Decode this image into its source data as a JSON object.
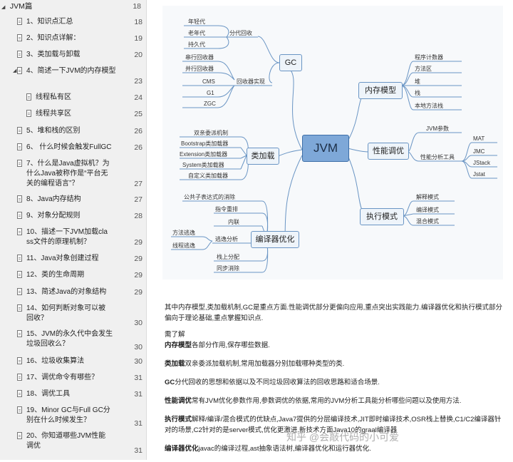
{
  "toc": {
    "root": {
      "label": "JVM篇",
      "page": "18"
    },
    "items": [
      {
        "label": "1、知识点汇总",
        "page": "18"
      },
      {
        "label": "2、知识点详解：",
        "page": "19"
      },
      {
        "label": "3、类加载与卸载",
        "page": "20"
      },
      {
        "label": "4、简述一下JVM的内存模型",
        "page": "23"
      },
      {
        "label": "线程私有区",
        "page": "24"
      },
      {
        "label": "线程共享区",
        "page": "25"
      },
      {
        "label": "5、堆和栈的区别",
        "page": "26"
      },
      {
        "label": "6、 什么时候会触发FullGC",
        "page": "26"
      },
      {
        "label": "7、什么是Java虚拟机？为什么Java被称作是“平台无关的编程语言”？",
        "page": "27"
      },
      {
        "label": "8、Java内存结构",
        "page": "27"
      },
      {
        "label": "9、对象分配规则",
        "page": "28"
      },
      {
        "label": "10、描述一下JVM加载class文件的原理机制？",
        "page": "29"
      },
      {
        "label": "11、Java对象创建过程",
        "page": "29"
      },
      {
        "label": "12、类的生命周期",
        "page": "29"
      },
      {
        "label": "13、简述Java的对象结构",
        "page": "29"
      },
      {
        "label": "14、如何判断对象可以被回收？",
        "page": "30"
      },
      {
        "label": "15、JVM的永久代中会发生垃圾回收么？",
        "page": "30"
      },
      {
        "label": "16、垃圾收集算法",
        "page": "30"
      },
      {
        "label": "17、调优命令有哪些？",
        "page": "31"
      },
      {
        "label": "18、调优工具",
        "page": "31"
      },
      {
        "label": "19、Minor GC与Full GC分别在什么时候发生？",
        "page": "31"
      },
      {
        "label": "20、你知道哪些JVM性能调优",
        "page": "31"
      }
    ]
  },
  "mindmap": {
    "root": "JVM",
    "gc": {
      "label": "GC",
      "sub1": "分代回收",
      "gen": [
        "年轻代",
        "老年代",
        "持久代"
      ],
      "sub2": "回收器实现",
      "collectors": [
        "串行回收器",
        "并行回收器",
        "CMS",
        "G1",
        "ZGC"
      ]
    },
    "classload": {
      "label": "类加载",
      "items": [
        "双亲委派机制",
        "Bootstrap类加载器",
        "Extension类加载器",
        "System类加载器",
        "自定义类加载器"
      ]
    },
    "compiler": {
      "label": "编译器优化",
      "top": "公共子表达式的消除",
      "mid": [
        "指令重排",
        "内联"
      ],
      "escape": "逃逸分析",
      "escape_children": [
        "方法逃逸",
        "线程逃逸"
      ],
      "bottom": [
        "栈上分配",
        "同步消除"
      ]
    },
    "memory": {
      "label": "内存模型",
      "items": [
        "程序计数器",
        "方法区",
        "堆",
        "栈",
        "本地方法栈"
      ]
    },
    "tuning": {
      "label": "性能调优",
      "sub1": "JVM参数",
      "sub2": "性能分析工具",
      "tools": [
        "MAT",
        "JMC",
        "JStack",
        "Jstat"
      ]
    },
    "exec": {
      "label": "执行模式",
      "items": [
        "解释模式",
        "编译模式",
        "混合模式"
      ]
    }
  },
  "text": {
    "intro": "其中内存模型,类加载机制,GC是重点方面.性能调优部分更偏向应用,重点突出实践能力.编译器优化和执行模式部分偏向于理论基础,重点掌握知识点.",
    "need": "需了解",
    "items": [
      {
        "bold": "内存模型",
        "rest": "各部分作用,保存哪些数据."
      },
      {
        "bold": "类加载",
        "rest": "双亲委派加载机制,常用加载器分别加载哪种类型的类."
      },
      {
        "bold": "GC",
        "rest": "分代回收的思想和依据以及不同垃圾回收算法的回收思路和适合场景."
      },
      {
        "bold": "性能调优",
        "rest": "常有JVM优化参数作用,参数调优的依据,常用的JVM分析工具能分析哪些问题以及使用方法."
      },
      {
        "bold": "执行模式",
        "rest": "解释/编译/混合模式的优缺点,Java7提供的分层编译技术,JIT即时编译技术,OSR栈上替换,C1/C2编译器针对的场景,C2针对的是server模式,优化更激进.新技术方面Java10的graal编译器"
      },
      {
        "bold": "编译器优化",
        "rest": "javac的编译过程,ast抽象语法树,编译器优化和运行器优化."
      }
    ],
    "watermark": "知乎 @会敲代码的小可爱"
  }
}
